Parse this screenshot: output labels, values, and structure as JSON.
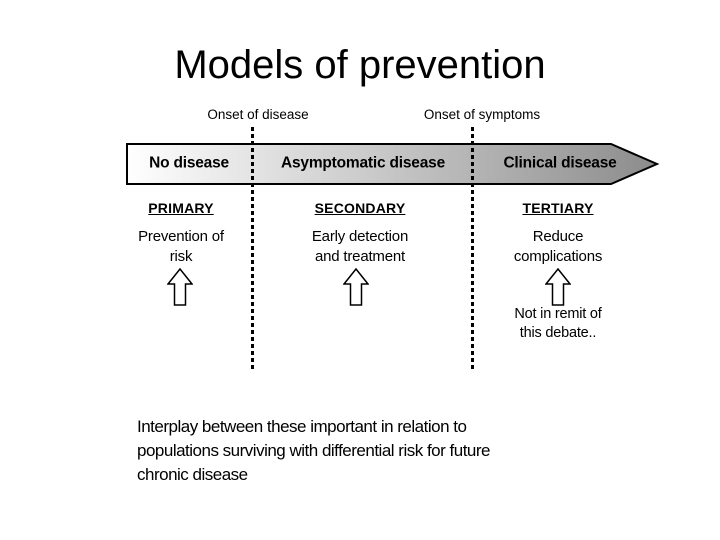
{
  "title": "Models of prevention",
  "timeline": {
    "onset_labels": {
      "disease": "Onset of disease",
      "symptoms": "Onset of symptoms"
    },
    "stages": {
      "0": "No disease",
      "1": "Asymptomatic disease",
      "2": "Clinical disease"
    }
  },
  "columns": {
    "primary": {
      "header": "PRIMARY",
      "line1": "Prevention of",
      "line2": "risk"
    },
    "secondary": {
      "header": "SECONDARY",
      "line1": "Early detection",
      "line2": "and treatment"
    },
    "tertiary": {
      "header": "TERTIARY",
      "line1": "Reduce",
      "line2": "complications"
    }
  },
  "note": {
    "line1": "Not in remit of",
    "line2": "this debate.."
  },
  "footer": {
    "line1": "Interplay between these important in relation to",
    "line2": "populations surviving with differential risk for future",
    "line3": "chronic disease"
  },
  "colors": {
    "band_start": "#ffffff",
    "band_end": "#8c8c8c",
    "outline": "#000000"
  }
}
